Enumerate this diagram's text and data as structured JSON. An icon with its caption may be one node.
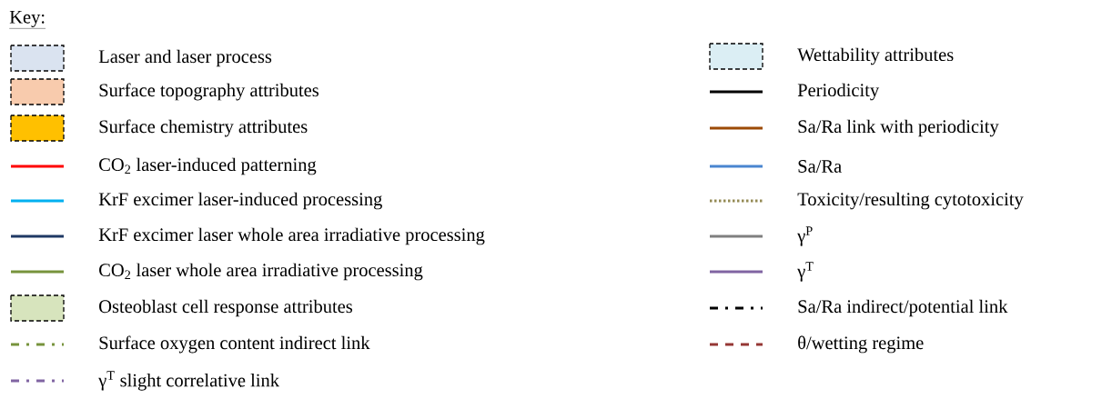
{
  "diagram": {
    "title": "Key:",
    "legend": [
      {
        "text": "Laser and laser process",
        "color": "#dae3f0"
      },
      {
        "text": "Surface topography attributes",
        "color": "#f8cbad"
      },
      {
        "text": "Surface chemistry attributes",
        "color": "#ffc000"
      },
      {
        "text": "CO$_{2}$ laser-induced patterning"
      },
      {
        "text": "KrF excimer laser-induced processing"
      },
      {
        "text": "KrF excimer laser whole area irradiative processing"
      },
      {
        "text": "CO$_{2}$ laser whole area irradiative processing"
      },
      {
        "text": "Osteoblast cell response attributes",
        "color": "#d7e4bd"
      },
      {
        "text": "Surface oxygen content indirect link"
      },
      {
        "text": "γ$^{T}$ slight correlative link"
      },
      {
        "text": "Wettability attributes",
        "color": "#dbeef4"
      },
      {
        "text": "Periodicity"
      },
      {
        "text": "Sa/Ra link with periodicity"
      },
      {
        "text": "Sa/Ra"
      },
      {
        "text": "Toxicity/resulting cytotoxicity"
      },
      {
        "text": "γ$^{P}$"
      },
      {
        "text": "γ$^{T}$"
      },
      {
        "text": "Sa/Ra indirect/potential link"
      },
      {
        "text": "θ/wetting regime"
      }
    ]
  }
}
